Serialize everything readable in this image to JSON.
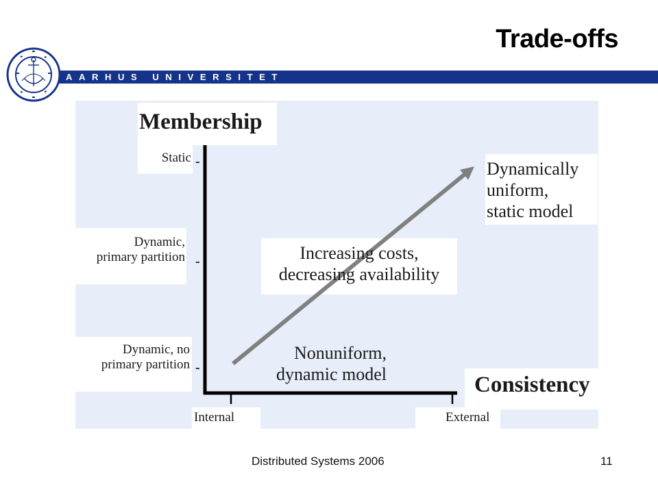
{
  "slide": {
    "title": "Trade-offs",
    "brand": "AARHUS UNIVERSITET",
    "footer": "Distributed Systems 2006",
    "page_number": "11",
    "brand_color": "#16338a",
    "panel_color": "#e7edf9",
    "arrow_color": "#808080"
  },
  "diagram": {
    "y_axis_title": "Membership",
    "x_axis_title": "Consistency",
    "y_ticks": [
      {
        "lines": [
          "Static"
        ]
      },
      {
        "lines": [
          "Dynamic,",
          "primary partition"
        ]
      },
      {
        "lines": [
          "Dynamic, no",
          "primary partition"
        ]
      }
    ],
    "x_ticks": [
      "Internal",
      "External"
    ],
    "arrow_label_lines": [
      "Increasing costs,",
      "decreasing availability"
    ],
    "end_label_lines": [
      "Dynamically",
      "uniform,",
      "static model"
    ],
    "start_label_lines": [
      "Nonuniform,",
      "dynamic model"
    ]
  }
}
